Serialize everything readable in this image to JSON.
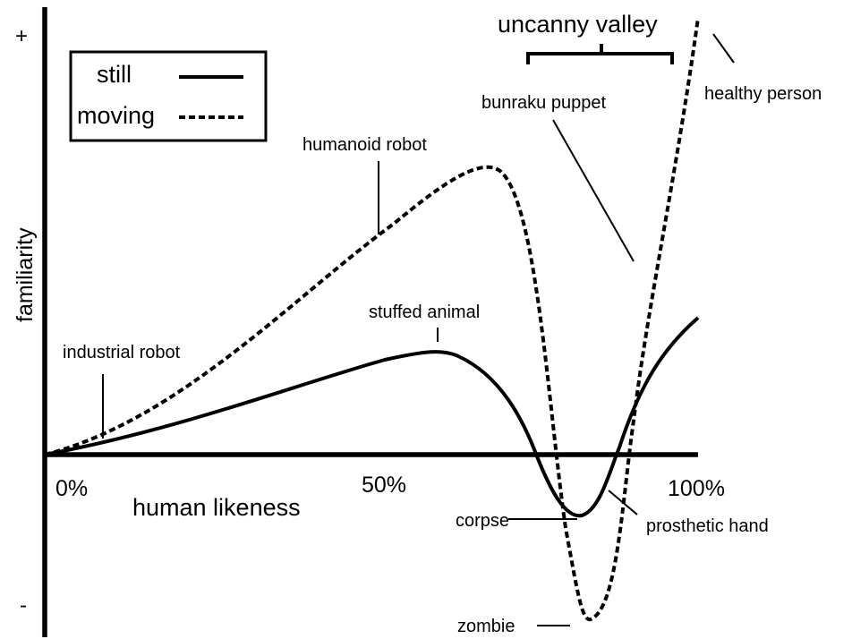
{
  "diagram": {
    "y_axis_label": "familiarity",
    "y_plus": "+",
    "y_minus": "-",
    "x_axis_label": "human likeness",
    "x_ticks": [
      "0%",
      "50%",
      "100%"
    ],
    "uncanny_valley_label": "uncanny valley",
    "legend": {
      "still": "still",
      "moving": "moving"
    },
    "annotations": {
      "industrial_robot": "industrial robot",
      "humanoid_robot": "humanoid robot",
      "stuffed_animal": "stuffed animal",
      "bunraku_puppet": "bunraku puppet",
      "healthy_person": "healthy person",
      "corpse": "corpse",
      "prosthetic_hand": "prosthetic hand",
      "zombie": "zombie"
    }
  }
}
